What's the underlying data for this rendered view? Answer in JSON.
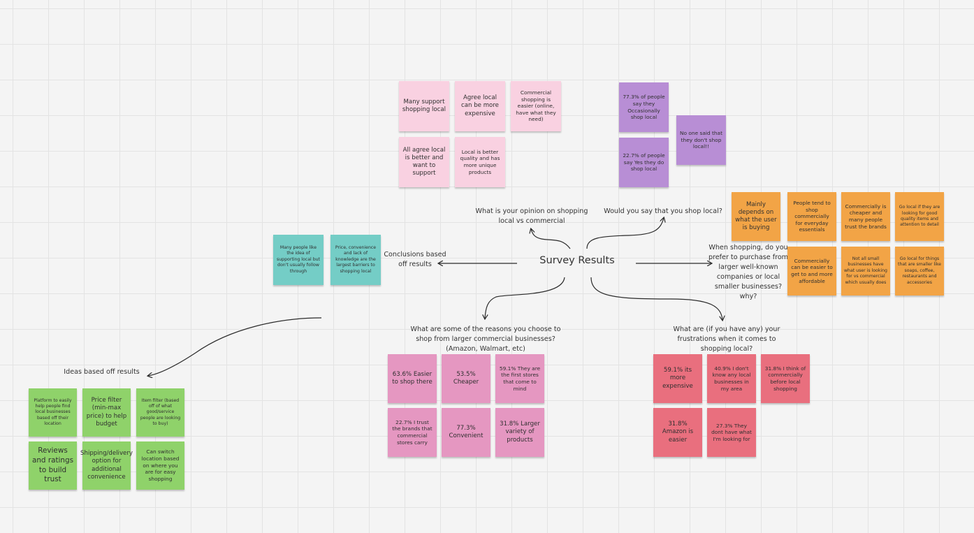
{
  "board": {
    "title": "Survey Results",
    "colors": {
      "pink": "#f9d1e1",
      "purple": "#b88ed5",
      "orange": "#f2a446",
      "teal": "#74cdc6",
      "magenta": "#e597c1",
      "red": "#e96f7e",
      "green": "#8fd26a"
    }
  },
  "questions": {
    "opinion": "What is your opinion on shopping local vs commercial",
    "shop_local": "Would you say that you shop local?",
    "prefer": "When shopping, do you prefer to purchase from larger well-known companies or local smaller businesses? why?",
    "reasons": "What are some of the reasons you choose to shop from larger commercial businesses? (Amazon, Walmart, etc)",
    "frustrations": "What are (if you have any) your frustrations when it comes to shopping local?",
    "conclusions": "Conclusions based off results",
    "ideas": "Ideas based off results"
  },
  "stickies": {
    "opinion": [
      "Many support shopping local",
      "Agree local can be more expensive",
      "Commercial shopping is easier (online, have what they need)",
      "All agree local is better and want to support",
      "Local is better quality and has more unique products"
    ],
    "shop_local": [
      "77.3% of people say they Occasionally shop local",
      "22.7% of people say Yes they do shop local",
      "No one said that they don't shop local!!"
    ],
    "prefer": [
      "Mainly depends on what the user is buying",
      "People tend to shop commercially for everyday essentials",
      "Commercially is cheaper and many people trust the brands",
      "Go local if they are looking for good quality items and attention to detail",
      "Commercially can be easier to get to and more affordable",
      "Not all small businesses have what user is looking for vs commercial which usually does",
      "Go local for things that are smaller like soaps, coffee, restaurants and accessories"
    ],
    "conclusions": [
      "Many people like the idea of supporting local but don't usually follow through",
      "Price, convenience and lack of knowledge are the largest barriers to shopping local"
    ],
    "reasons": [
      "63.6% Easier to shop there",
      "53.5% Cheaper",
      "59.1% They are the first stores that come to mind",
      "22.7% I trust the brands that commercial stores carry",
      "77.3% Convenient",
      "31.8% Larger variety of products"
    ],
    "frustrations": [
      "59.1% its more expensive",
      "40.9% I don't know any local businesses in my area",
      "31.8% I think of commercially before local shopping",
      "31.8% Amazon is easier",
      "27.3% They dont have what I'm looking for"
    ],
    "ideas": [
      "Platform to easily help people find local businesses based off their location",
      "Price filter (min-max price) to help budget",
      "Item filter (based off of what good/service people are looking to buy)",
      "Reviews and ratings to build trust",
      "Shipping/delivery option for additional convenience",
      "Can switch location based on where you are for easy shopping"
    ]
  }
}
